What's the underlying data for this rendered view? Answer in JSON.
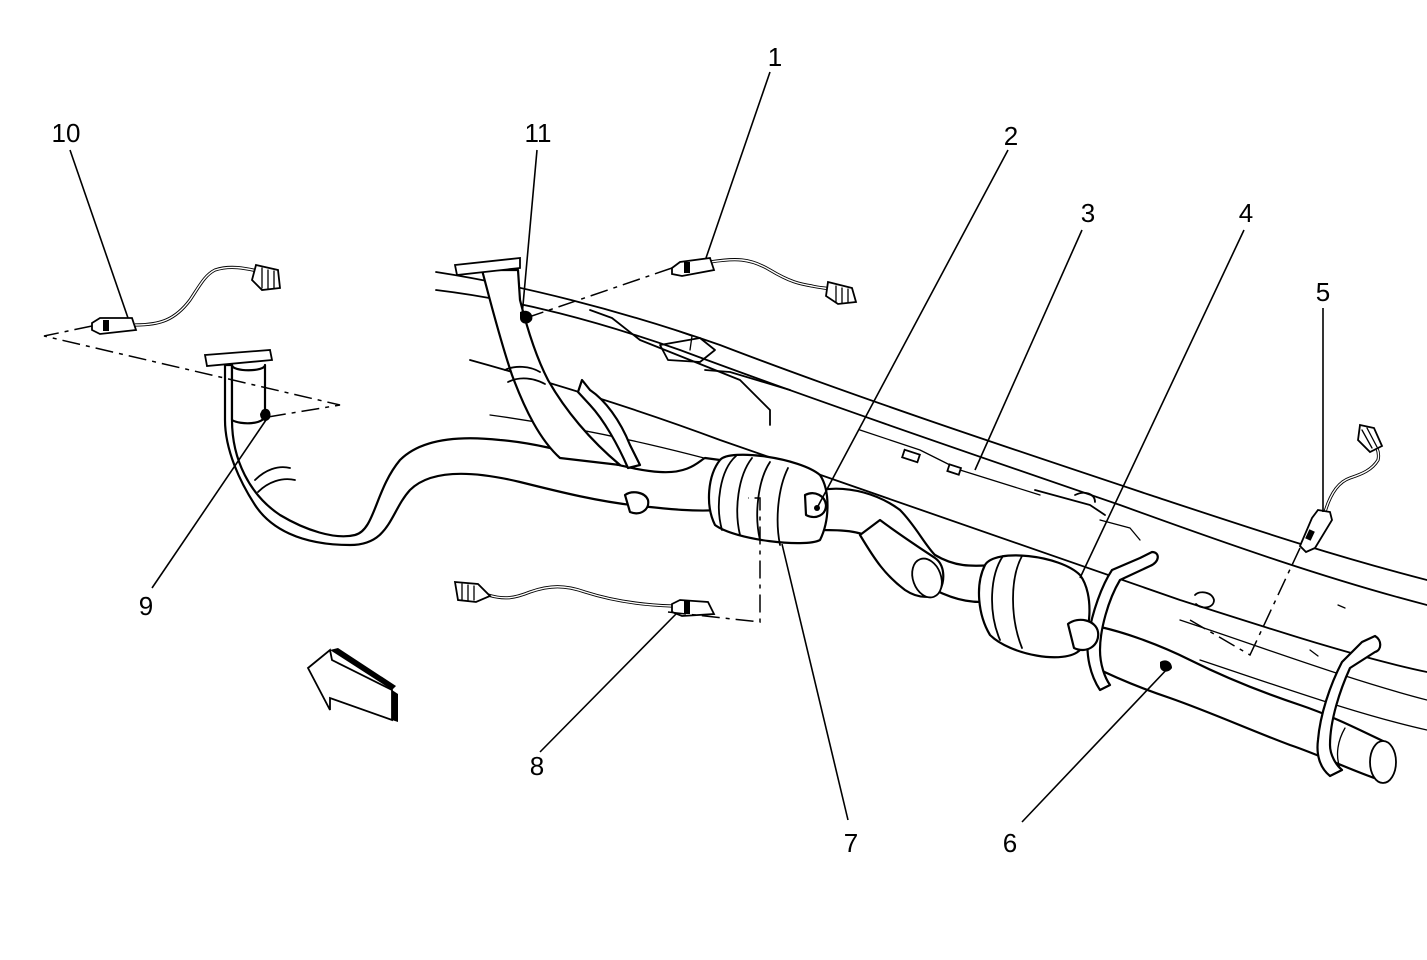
{
  "callouts": [
    {
      "id": "1",
      "label": "1"
    },
    {
      "id": "2",
      "label": "2"
    },
    {
      "id": "3",
      "label": "3"
    },
    {
      "id": "4",
      "label": "4"
    },
    {
      "id": "5",
      "label": "5"
    },
    {
      "id": "6",
      "label": "6"
    },
    {
      "id": "7",
      "label": "7"
    },
    {
      "id": "8",
      "label": "8"
    },
    {
      "id": "9",
      "label": "9"
    },
    {
      "id": "10",
      "label": "10"
    },
    {
      "id": "11",
      "label": "11"
    }
  ],
  "colors": {
    "line": "#000000",
    "background": "#ffffff"
  },
  "icons": {
    "direction_arrow": "front-direction-arrow-icon"
  }
}
